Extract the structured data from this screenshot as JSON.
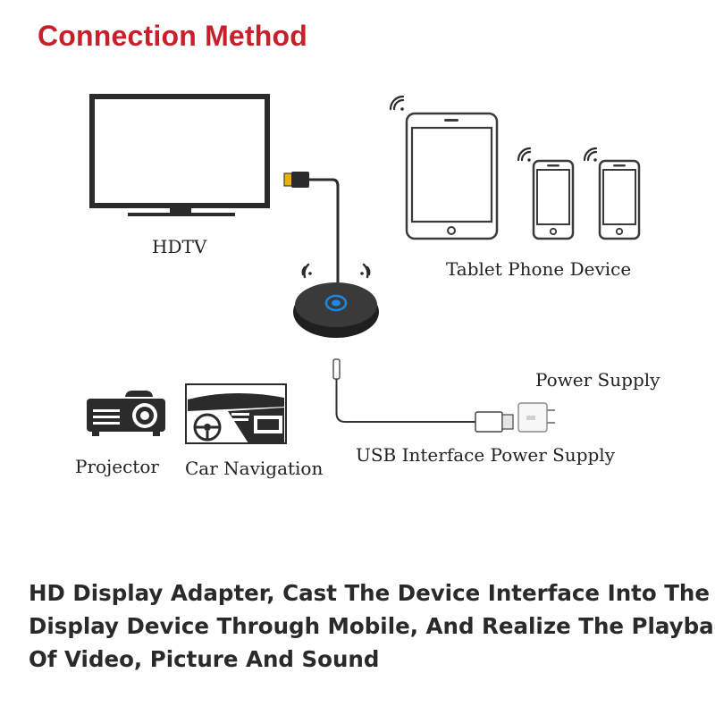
{
  "title": "Connection Method",
  "labels": {
    "hdtv": "HDTV",
    "tablet_phone": "Tablet Phone Device",
    "power_supply": "Power Supply",
    "projector": "Projector",
    "car_navigation": "Car Navigation",
    "usb_power": "USB Interface Power Supply"
  },
  "caption": {
    "line1": "HD Display Adapter, Cast The Device Interface Into The",
    "line2": "Display Device Through Mobile, And Realize The Playback",
    "line3": "Of Video, Picture And Sound"
  },
  "colors": {
    "title": "#c8202a",
    "adapter_led": "#1e88e5",
    "hdmi_tip": "#e8b400"
  }
}
